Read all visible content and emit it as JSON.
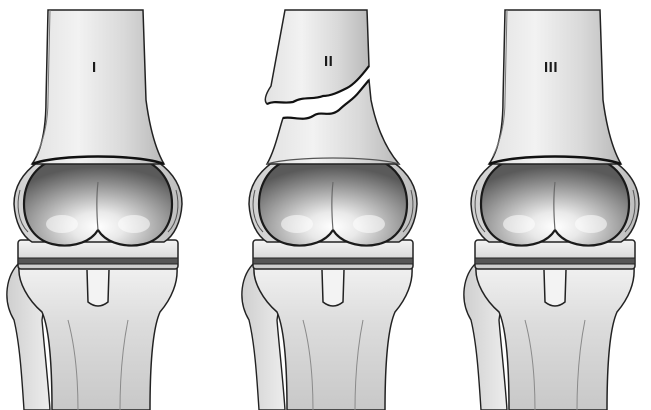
{
  "figure": {
    "panels": [
      {
        "label": "I"
      },
      {
        "label": "II"
      },
      {
        "label": "III"
      }
    ]
  }
}
